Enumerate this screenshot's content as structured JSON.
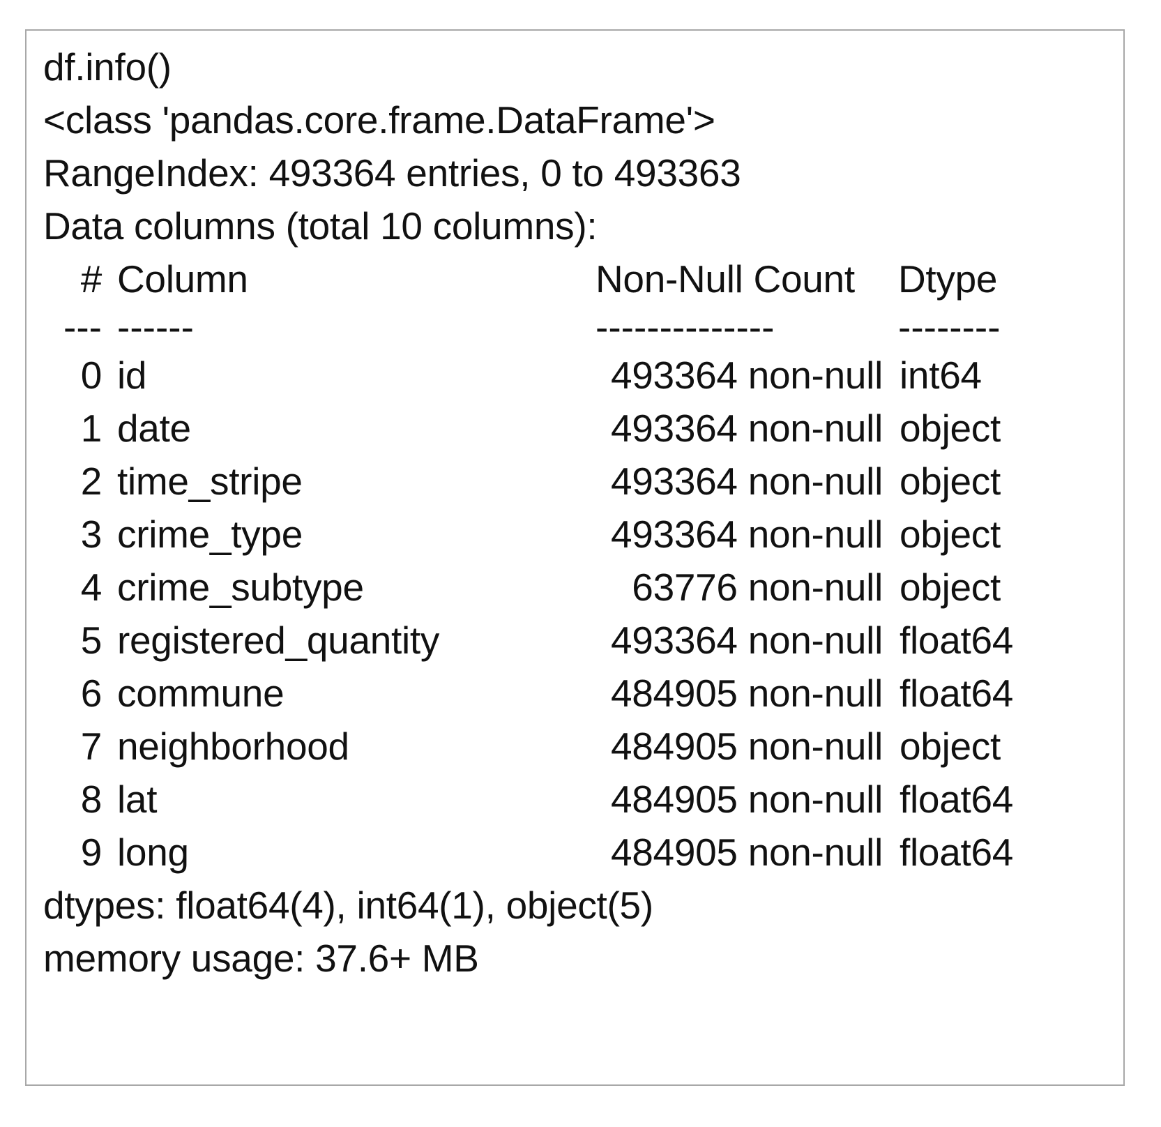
{
  "output": {
    "command": "df.info()",
    "class_line": "<class 'pandas.core.frame.DataFrame'>",
    "range_index": "RangeIndex: 493364 entries, 0 to 493363",
    "data_columns": "Data columns (total 10 columns):",
    "header": {
      "index": "#",
      "column": "Column",
      "count": "Non-Null Count",
      "dtype": "Dtype"
    },
    "rule": {
      "index": "---",
      "column": "------",
      "count": "--------------",
      "dtype": "--------"
    },
    "rows": [
      {
        "index": "0",
        "name": "id",
        "count": "493364 non-null",
        "dtype": "int64"
      },
      {
        "index": "1",
        "name": "date",
        "count": "493364 non-null",
        "dtype": "object"
      },
      {
        "index": "2",
        "name": "time_stripe",
        "count": "493364 non-null",
        "dtype": "object"
      },
      {
        "index": "3",
        "name": "crime_type",
        "count": "493364 non-null",
        "dtype": "object"
      },
      {
        "index": "4",
        "name": "crime_subtype",
        "count": "63776 non-null",
        "dtype": "object"
      },
      {
        "index": "5",
        "name": "registered_quantity",
        "count": "493364 non-null",
        "dtype": "float64"
      },
      {
        "index": "6",
        "name": "commune",
        "count": "484905 non-null",
        "dtype": "float64"
      },
      {
        "index": "7",
        "name": "neighborhood",
        "count": "484905 non-null",
        "dtype": "object"
      },
      {
        "index": "8",
        "name": "lat",
        "count": "484905 non-null",
        "dtype": "float64"
      },
      {
        "index": "9",
        "name": "long",
        "count": "484905 non-null",
        "dtype": "float64"
      }
    ],
    "dtypes_summary": "dtypes: float64(4), int64(1), object(5)",
    "memory_usage": "memory usage: 37.6+ MB"
  },
  "colors": {
    "frame_border": "#a8a8a8",
    "text": "#111111",
    "background": "#ffffff"
  }
}
